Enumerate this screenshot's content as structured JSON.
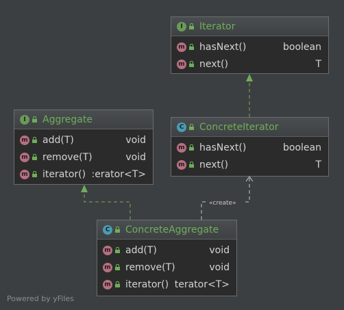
{
  "classes": {
    "iterator": {
      "kind": "I",
      "name": "Iterator",
      "methods": [
        {
          "name": "hasNext()",
          "type": "boolean"
        },
        {
          "name": "next()",
          "type": "T"
        }
      ]
    },
    "aggregate": {
      "kind": "I",
      "name": "Aggregate",
      "methods": [
        {
          "name": "add(T)",
          "type": "void"
        },
        {
          "name": "remove(T)",
          "type": "void"
        },
        {
          "name": "iterator()",
          "type": ":erator<T>"
        }
      ]
    },
    "concrete_iterator": {
      "kind": "C",
      "name": "ConcreteIterator",
      "methods": [
        {
          "name": "hasNext()",
          "type": "boolean"
        },
        {
          "name": "next()",
          "type": "T"
        }
      ]
    },
    "concrete_aggregate": {
      "kind": "C",
      "name": "ConcreteAggregate",
      "methods": [
        {
          "name": "add(T)",
          "type": "void"
        },
        {
          "name": "remove(T)",
          "type": "void"
        },
        {
          "name": "iterator()",
          "type": "terator<T>"
        }
      ]
    }
  },
  "method_kind": "m",
  "relations": {
    "create_label": "«create»"
  },
  "footer": {
    "credit": "Powered by yFiles"
  },
  "colors": {
    "background": "#3c3f41",
    "class_name": "#6fae5a",
    "interface_badge": "#6a9a57",
    "class_badge": "#4a9bb5",
    "method_badge": "#b86f82",
    "realization_line": "#6fae5a",
    "dependency_line": "#c8c8c8"
  }
}
